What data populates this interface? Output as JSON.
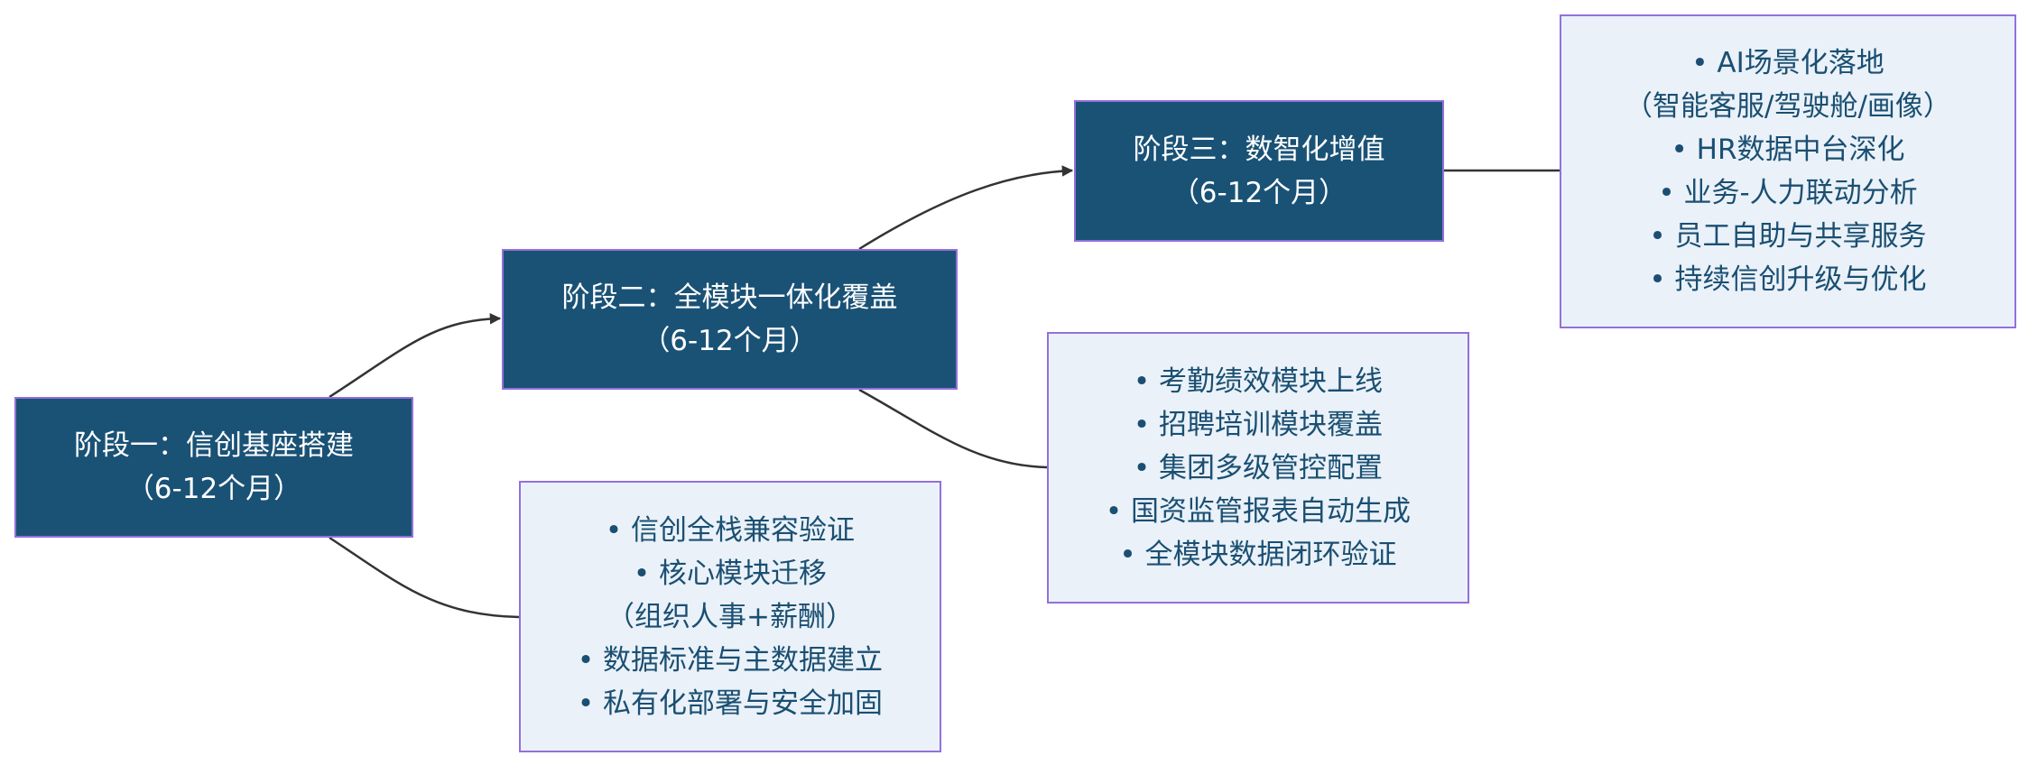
{
  "diagram": {
    "stages": [
      {
        "id": "stage-1",
        "title": "阶段一：信创基座搭建",
        "duration": "（6-12个月）"
      },
      {
        "id": "stage-2",
        "title": "阶段二：全模块一体化覆盖",
        "duration": "（6-12个月）"
      },
      {
        "id": "stage-3",
        "title": "阶段三：数智化增值",
        "duration": "（6-12个月）"
      }
    ],
    "details": [
      {
        "id": "detail-1",
        "lines": [
          "• 信创全栈兼容验证",
          "• 核心模块迁移",
          "（组织人事+薪酬）",
          "• 数据标准与主数据建立",
          "• 私有化部署与安全加固"
        ]
      },
      {
        "id": "detail-2",
        "lines": [
          "• 考勤绩效模块上线",
          "• 招聘培训模块覆盖",
          "• 集团多级管控配置",
          "• 国资监管报表自动生成",
          "• 全模块数据闭环验证"
        ]
      },
      {
        "id": "detail-3",
        "lines": [
          "• AI场景化落地",
          "（智能客服/驾驶舱/画像）",
          "• HR数据中台深化",
          "• 业务-人力联动分析",
          "• 员工自助与共享服务",
          "• 持续信创升级与优化"
        ]
      }
    ],
    "colors": {
      "stage_fill": "#1a5276",
      "detail_fill": "#eaf1f8",
      "border": "#9370db",
      "stage_text": "#ffffff",
      "detail_text": "#1a4f72",
      "edge": "#333333"
    }
  }
}
